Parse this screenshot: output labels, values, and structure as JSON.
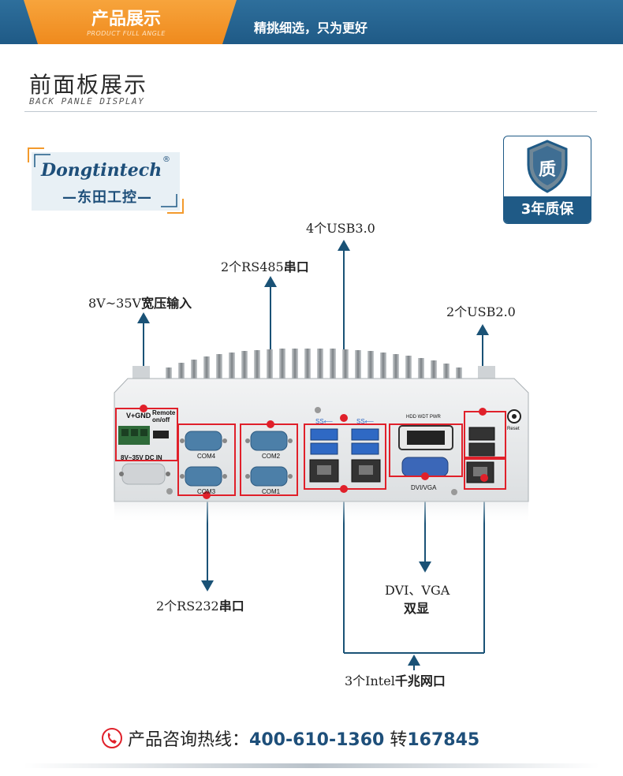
{
  "header": {
    "title": "产品展示",
    "subtitle": "PRODUCT FULL ANGLE",
    "slogan": "精挑细选，只为更好"
  },
  "section": {
    "title": "前面板展示",
    "subtitle": "BACK PANLE DISPLAY"
  },
  "logo": {
    "name": "Dongtintech",
    "cn": "—东田工控—",
    "reg": "®"
  },
  "warranty": {
    "icon_char": "质",
    "label": "3年质保"
  },
  "callouts": {
    "usb3": "4个USB3.0",
    "rs485_a": "2个RS485",
    "rs485_b": "串口",
    "power_a": "8V~35V",
    "power_b": "宽压输入",
    "usb2": "2个USB2.0",
    "rs232_a": "2个RS232",
    "rs232_b": "串口",
    "dvi_a": "DVI、VGA",
    "dvi_b": "双显",
    "lan_a": "3个Intel",
    "lan_b": "千兆网口"
  },
  "panel": {
    "vgnd": "V+GND",
    "remote": "Remote on/off",
    "dcin": "8V~35V DC IN",
    "com4": "COM4",
    "com3": "COM3",
    "com2": "COM2",
    "com1": "COM1",
    "ss1": "SS⟵",
    "ss2": "SS⟵",
    "leds": "HDD WDT PWR",
    "dvivga": "DVI/VGA",
    "reset": "Reset"
  },
  "hotline": {
    "label": "产品咨询热线：",
    "number": "400-610-1360",
    "ext_label": "转",
    "ext": "167845"
  },
  "colors": {
    "brand_blue": "#1f5a86",
    "accent_orange": "#f39a2c",
    "highlight_red": "#e0202a"
  }
}
